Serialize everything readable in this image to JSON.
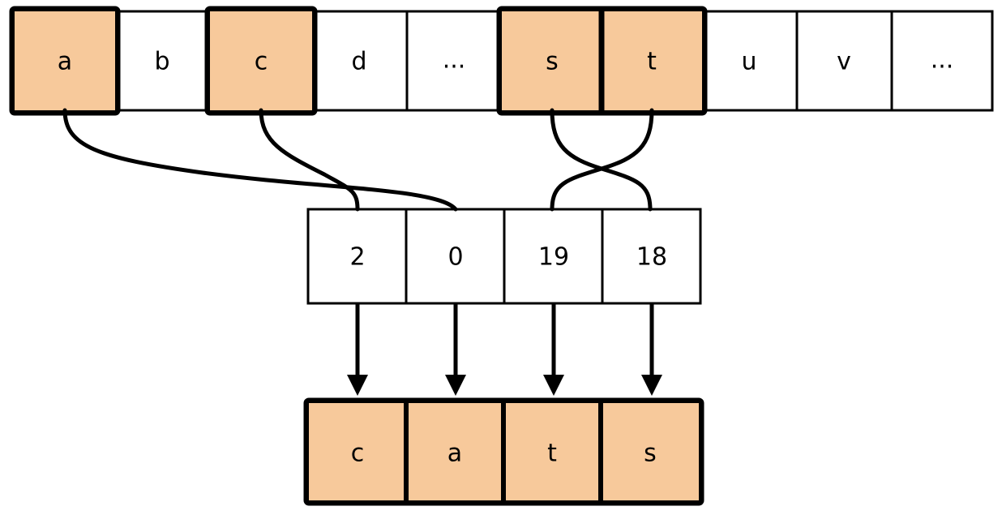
{
  "diagram": {
    "title": "string-indexing-diagram",
    "colors": {
      "alphabet_plain_fill": "#fae3cd",
      "alphabet_highlight_fill": "#f7c99b",
      "index_fill": "#d8e9d0",
      "output_fill": "#f7c99b",
      "border": "#000000",
      "background": "#ffffff"
    },
    "alphabet_row": {
      "name": "alphabet-row",
      "cells": [
        {
          "label": "a",
          "highlighted": true,
          "index": 0
        },
        {
          "label": "b",
          "highlighted": false,
          "index": 1
        },
        {
          "label": "c",
          "highlighted": true,
          "index": 2
        },
        {
          "label": "d",
          "highlighted": false,
          "index": 3
        },
        {
          "label": "...",
          "highlighted": false,
          "index": 4
        },
        {
          "label": "s",
          "highlighted": true,
          "index": 5
        },
        {
          "label": "t",
          "highlighted": true,
          "index": 6
        },
        {
          "label": "u",
          "highlighted": false,
          "index": 7
        },
        {
          "label": "v",
          "highlighted": false,
          "index": 8
        },
        {
          "label": "...",
          "highlighted": false,
          "index": 9
        }
      ]
    },
    "index_row": {
      "name": "index-array-row",
      "cells": [
        {
          "label": "2",
          "index": 0
        },
        {
          "label": "0",
          "index": 1
        },
        {
          "label": "19",
          "index": 2
        },
        {
          "label": "18",
          "index": 3
        }
      ]
    },
    "output_row": {
      "name": "output-word-row",
      "word": "cats",
      "cells": [
        {
          "label": "c",
          "index": 0
        },
        {
          "label": "a",
          "index": 1
        },
        {
          "label": "t",
          "index": 2
        },
        {
          "label": "s",
          "index": 3
        }
      ]
    },
    "connectors": [
      {
        "from_letter": "a",
        "to_index_cell": 1,
        "to_value": "0"
      },
      {
        "from_letter": "c",
        "to_index_cell": 0,
        "to_value": "2"
      },
      {
        "from_letter": "s",
        "to_index_cell": 3,
        "to_value": "18"
      },
      {
        "from_letter": "t",
        "to_index_cell": 2,
        "to_value": "19"
      }
    ],
    "arrows": [
      {
        "from_index_cell": 0,
        "to_output_cell": 0
      },
      {
        "from_index_cell": 1,
        "to_output_cell": 1
      },
      {
        "from_index_cell": 2,
        "to_output_cell": 2
      },
      {
        "from_index_cell": 3,
        "to_output_cell": 3
      }
    ]
  }
}
